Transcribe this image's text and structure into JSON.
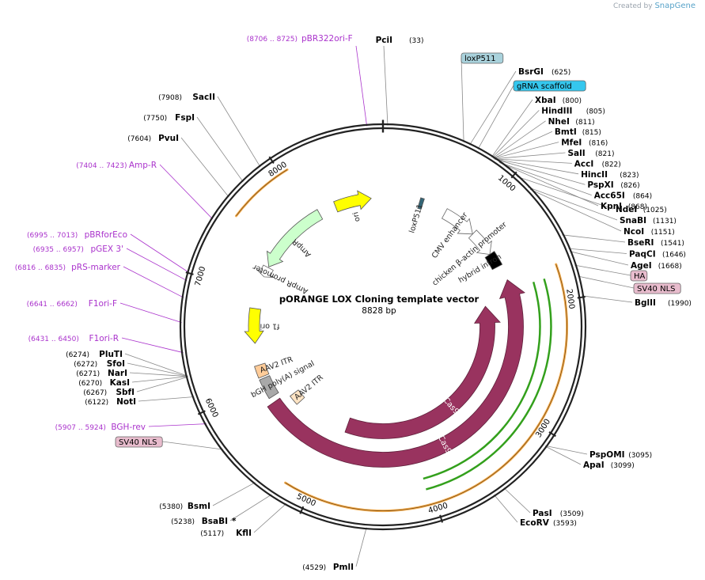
{
  "credit": {
    "prefix": "Created by",
    "brand": "SnapGene"
  },
  "plasmid": {
    "name": "pORANGE LOX Cloning template vector",
    "length_text": "8828 bp",
    "length": 8828
  },
  "ticks": [
    {
      "pos": 1000,
      "label": "1000"
    },
    {
      "pos": 2000,
      "label": "2000"
    },
    {
      "pos": 3000,
      "label": "3000"
    },
    {
      "pos": 4000,
      "label": "4000"
    },
    {
      "pos": 5000,
      "label": "5000"
    },
    {
      "pos": 6000,
      "label": "6000"
    },
    {
      "pos": 7000,
      "label": "7000"
    },
    {
      "pos": 8000,
      "label": "8000"
    }
  ],
  "enzymes": [
    {
      "name": "PciI",
      "pos": "(33)",
      "side": "top",
      "bp": 33
    },
    {
      "name": "BsrGI",
      "pos": "(625)",
      "side": "right",
      "bp": 625
    },
    {
      "name": "XbaI",
      "pos": "(800)",
      "side": "right",
      "bp": 800
    },
    {
      "name": "HindIII",
      "pos": "(805)",
      "side": "right",
      "bp": 805
    },
    {
      "name": "NheI",
      "pos": "(811)",
      "side": "right",
      "bp": 811
    },
    {
      "name": "BmtI",
      "pos": "(815)",
      "side": "right",
      "bp": 815
    },
    {
      "name": "MfeI",
      "pos": "(816)",
      "side": "right",
      "bp": 816
    },
    {
      "name": "SalI",
      "pos": "(821)",
      "side": "right",
      "bp": 821
    },
    {
      "name": "AccI",
      "pos": "(822)",
      "side": "right",
      "bp": 822
    },
    {
      "name": "HincII",
      "pos": "(823)",
      "side": "right",
      "bp": 823
    },
    {
      "name": "PspXI",
      "pos": "(826)",
      "side": "right",
      "bp": 826
    },
    {
      "name": "Acc65I",
      "pos": "(864)",
      "side": "right",
      "bp": 864
    },
    {
      "name": "KpnI",
      "pos": "(868)",
      "side": "right",
      "bp": 868
    },
    {
      "name": "NdeI",
      "pos": "(1025)",
      "side": "right",
      "bp": 1025
    },
    {
      "name": "SnaBI",
      "pos": "(1131)",
      "side": "right",
      "bp": 1131
    },
    {
      "name": "NcoI",
      "pos": "(1151)",
      "side": "right",
      "bp": 1151
    },
    {
      "name": "BseRI",
      "pos": "(1541)",
      "side": "right",
      "bp": 1541
    },
    {
      "name": "PaqCI",
      "pos": "(1646)",
      "side": "right",
      "bp": 1646
    },
    {
      "name": "AgeI",
      "pos": "(1668)",
      "side": "right",
      "bp": 1668
    },
    {
      "name": "BglII",
      "pos": "(1990)",
      "side": "right",
      "bp": 1990
    },
    {
      "name": "PspOMI",
      "pos": "(3095)",
      "side": "right",
      "bp": 3095
    },
    {
      "name": "ApaI",
      "pos": "(3099)",
      "side": "right",
      "bp": 3099
    },
    {
      "name": "PasI",
      "pos": "(3509)",
      "side": "right",
      "bp": 3509
    },
    {
      "name": "EcoRV",
      "pos": "(3593)",
      "side": "right",
      "bp": 3593
    },
    {
      "name": "PmlI",
      "pos": "(4529)",
      "side": "bottom",
      "bp": 4529
    },
    {
      "name": "KflI",
      "pos": "(5117)",
      "side": "left",
      "bp": 5117
    },
    {
      "name": "BsaBI",
      "pos": "(5238)",
      "side": "left",
      "bp": 5238,
      "note": "*"
    },
    {
      "name": "BsmI",
      "pos": "(5380)",
      "side": "left",
      "bp": 5380
    },
    {
      "name": "NotI",
      "pos": "(6122)",
      "side": "left",
      "bp": 6122
    },
    {
      "name": "SbfI",
      "pos": "(6267)",
      "side": "left",
      "bp": 6267
    },
    {
      "name": "KasI",
      "pos": "(6270)",
      "side": "left",
      "bp": 6270
    },
    {
      "name": "NarI",
      "pos": "(6271)",
      "side": "left",
      "bp": 6271
    },
    {
      "name": "SfoI",
      "pos": "(6272)",
      "side": "left",
      "bp": 6272
    },
    {
      "name": "PluTI",
      "pos": "(6274)",
      "side": "left",
      "bp": 6274
    },
    {
      "name": "PvuI",
      "pos": "(7604)",
      "side": "left",
      "bp": 7604
    },
    {
      "name": "FspI",
      "pos": "(7750)",
      "side": "left",
      "bp": 7750
    },
    {
      "name": "SacII",
      "pos": "(7908)",
      "side": "left",
      "bp": 7908
    }
  ],
  "primers": [
    {
      "name": "pBR322ori-F",
      "range": "(8706 .. 8725)",
      "bp": 8715
    },
    {
      "name": "Amp-R",
      "range": "(7404 .. 7423)",
      "bp": 7413
    },
    {
      "name": "pBRforEco",
      "range": "(6995 .. 7013)",
      "bp": 7004
    },
    {
      "name": "pGEX 3'",
      "range": "(6935 .. 6957)",
      "bp": 6946
    },
    {
      "name": "pRS-marker",
      "range": "(6816 .. 6835)",
      "bp": 6825
    },
    {
      "name": "F1ori-F",
      "range": "(6641 .. 6662)",
      "bp": 6651
    },
    {
      "name": "F1ori-R",
      "range": "(6431 .. 6450)",
      "bp": 6440
    },
    {
      "name": "BGH-rev",
      "range": "(5907 .. 5924)",
      "bp": 5915
    }
  ],
  "boxed_labels": [
    {
      "name": "loxP511",
      "color": "#a9d2dc",
      "bp": 580,
      "side": "right"
    },
    {
      "name": "gRNA scaffold",
      "color": "#35c7ee",
      "bp": 690,
      "side": "right"
    },
    {
      "name": "HA",
      "color": "#e8bccd",
      "bp": 1770,
      "side": "right"
    },
    {
      "name": "SV40 NLS",
      "color": "#e8bccd",
      "bp": 1850,
      "side": "right"
    },
    {
      "name": "SV40 NLS",
      "color": "#e8bccd",
      "bp": 5700,
      "side": "left"
    }
  ],
  "features": [
    {
      "label": "ori",
      "color": "#ffff00",
      "start": 8300,
      "end": 8700,
      "dir": 1,
      "ring": 1
    },
    {
      "label": "AmpR",
      "color": "#ccffcc",
      "start": 7300,
      "end": 8110,
      "dir": -1,
      "ring": 1
    },
    {
      "label": "AmpR promoter",
      "color": "#ffffff",
      "start": 7180,
      "end": 7290,
      "dir": -1,
      "ring": 1
    },
    {
      "label": "f1 ori",
      "color": "#ffff00",
      "start": 6440,
      "end": 6820,
      "dir": -1,
      "ring": 1
    },
    {
      "label": "AAV2 ITR",
      "color": "#ffcc99",
      "start": 6070,
      "end": 6200,
      "dir": 0,
      "ring": 1
    },
    {
      "label": "AAV2 ITR",
      "color": "#ffe4c4",
      "start": 5590,
      "end": 5720,
      "dir": 0,
      "ring": 3
    },
    {
      "label": "bGH poly(A) signal",
      "color": "#a9a9a9",
      "start": 5830,
      "end": 6050,
      "dir": 0,
      "ring": 1
    },
    {
      "label": "loxP511",
      "color": "#336677",
      "start": 400,
      "end": 440,
      "dir": 0,
      "ring": 1
    },
    {
      "label": "CMV enhancer",
      "color": "#ffffff",
      "start": 700,
      "end": 1080,
      "dir": 1,
      "ring": 1
    },
    {
      "label": "chicken β-actin promoter",
      "color": "#ffffff",
      "start": 1080,
      "end": 1370,
      "dir": 1,
      "ring": 1
    },
    {
      "label": "hybrid intron",
      "color": "#000000",
      "start": 1370,
      "end": 1530,
      "dir": 0,
      "ring": 1
    },
    {
      "label": "Cas9",
      "color": "#99335f",
      "start": 1700,
      "end": 5770,
      "dir": -1,
      "ring": 2
    },
    {
      "label": "Cas9",
      "color": "#99335f",
      "start": 1930,
      "end": 4900,
      "dir": -1,
      "ring": 3
    }
  ],
  "orange_arcs": [
    {
      "start": 7530,
      "end": 8060
    },
    {
      "start": 1720,
      "end": 5200
    }
  ],
  "green_arcs": [
    {
      "start": 1800,
      "end": 4050
    }
  ],
  "colors": {
    "enzyme": "#000000",
    "primer": "#aa33cc",
    "backbone": "#000000",
    "orange": "#f3a640",
    "green": "#33a01c",
    "cas9": "#99335f"
  }
}
